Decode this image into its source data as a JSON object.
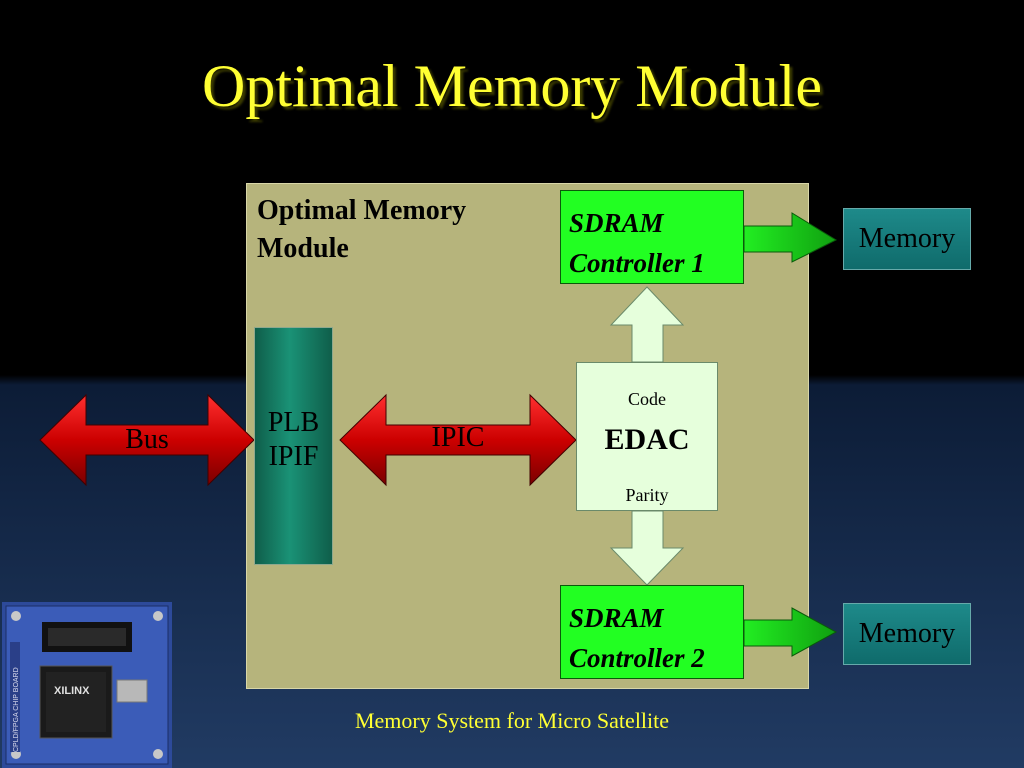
{
  "title": "Optimal Memory Module",
  "module": {
    "label_line1": "Optimal Memory",
    "label_line2": "Module"
  },
  "plb": {
    "line1": "PLB",
    "line2": "IPIF"
  },
  "bus_arrow": {
    "label": "Bus"
  },
  "ipic_arrow": {
    "label": "IPIC"
  },
  "controller1": {
    "line1": "SDRAM",
    "line2": "Controller 1"
  },
  "controller2": {
    "line1": "SDRAM",
    "line2": "Controller 2"
  },
  "edac": {
    "code": "Code",
    "label": "EDAC",
    "parity": "Parity"
  },
  "memory1": {
    "label": "Memory"
  },
  "memory2": {
    "label": "Memory"
  },
  "chip_photo": {
    "brand": "XILINX",
    "side_text": "CPLD/FPGA CHIP BOARD"
  },
  "caption": "Memory System for Micro Satellite",
  "colors": {
    "title": "#ffff33",
    "module_bg": "#b6b47c",
    "controller": "#22ff22",
    "red_arrow": "#cc0000",
    "edac_bg": "#e6ffdc",
    "memory": "#1e8a8a"
  }
}
